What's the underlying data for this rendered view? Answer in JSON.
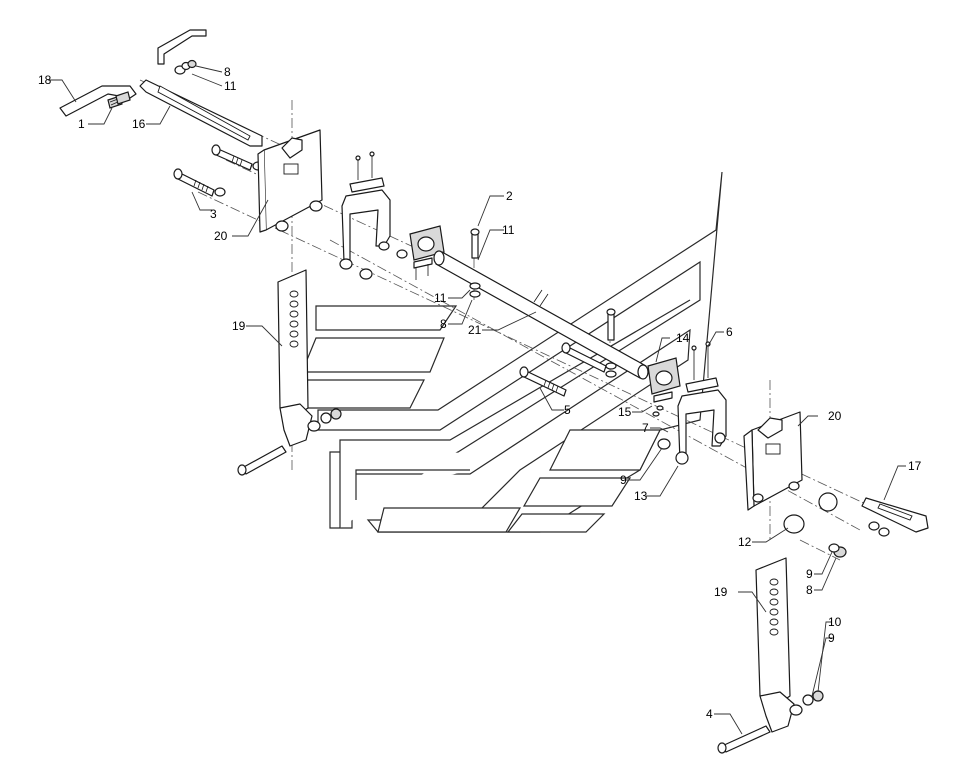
{
  "diagram": {
    "callouts": {
      "c18": "18",
      "c1": "1",
      "c16": "16",
      "c8a": "8",
      "c11a": "11",
      "c3": "3",
      "c20a": "20",
      "c2": "2",
      "c11b": "11",
      "c11c": "11",
      "c8b": "8",
      "c21": "21",
      "c19a": "19",
      "c14": "14",
      "c6": "6",
      "c5": "5",
      "c15": "15",
      "c7": "7",
      "c9a": "9",
      "c13": "13",
      "c20b": "20",
      "c17": "17",
      "c12": "12",
      "c9b": "9",
      "c8c": "8",
      "c19b": "19",
      "c10": "10",
      "c9c": "9",
      "c4": "4"
    }
  }
}
